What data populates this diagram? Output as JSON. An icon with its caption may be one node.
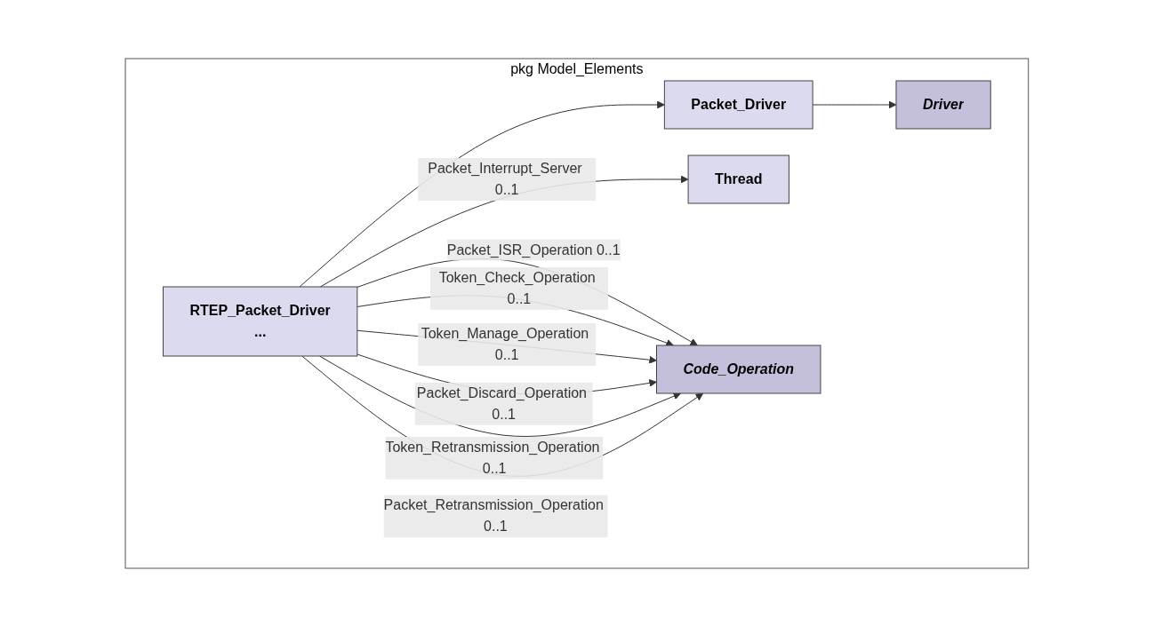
{
  "diagram": {
    "nodes": [
      {
        "text": [
          "pkg Model_Elements"
        ]
      },
      {
        "text": [
          "Driver"
        ],
        "in": 0
      },
      {
        "text": [
          "Packet_Driver"
        ],
        "in": 0
      },
      {
        "text": [
          "RTEP_Packet_Driver",
          "..."
        ],
        "in": 0
      },
      {
        "text": [
          "Thread"
        ],
        "in": 0
      },
      {
        "text": [
          "Code_Operation"
        ],
        "in": 0
      }
    ],
    "edges": [
      {
        "from": 2,
        "to": 1,
        "arrow": "to"
      },
      {
        "from": 3,
        "to": 2,
        "arrow": "to"
      },
      {
        "from": 3,
        "to": 4,
        "arrow": "to",
        "label": "Packet_Interrupt_Server 0..1"
      },
      {
        "from": 3,
        "to": 5,
        "arrow": "to",
        "label": "Packet_ISR_Operation 0..1"
      },
      {
        "from": 3,
        "to": 5,
        "arrow": "to",
        "label": "Token_Check_Operation 0..1"
      },
      {
        "from": 3,
        "to": 5,
        "arrow": "to",
        "label": "Token_Manage_Operation 0..1"
      },
      {
        "from": 3,
        "to": 5,
        "arrow": "to",
        "label": "Packet_Discard_Operation 0..1"
      },
      {
        "from": 3,
        "to": 5,
        "arrow": "to",
        "label": "Token_Retransmission_Operation 0..1"
      },
      {
        "from": 3,
        "to": 5,
        "arrow": "to",
        "label": "Packet_Retransmission_Operation 0..1"
      }
    ]
  }
}
